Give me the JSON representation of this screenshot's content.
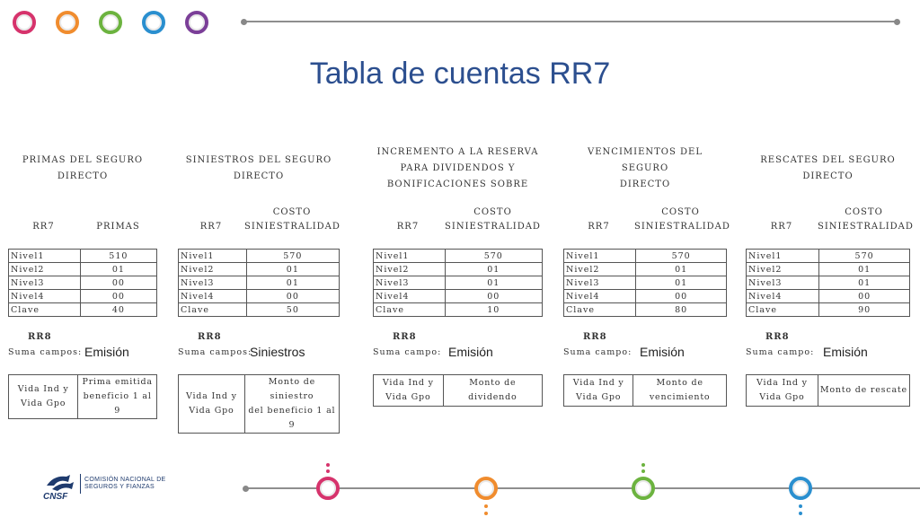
{
  "title": "Tabla de cuentas RR7",
  "columns": [
    {
      "heading": [
        "PRIMAS DEL SEGURO",
        "DIRECTO"
      ],
      "sub_a": "RR7",
      "sub_b": [
        "PRIMAS"
      ],
      "levels": [
        {
          "name": "Nivel1",
          "value": "510"
        },
        {
          "name": "Nivel2",
          "value": "01"
        },
        {
          "name": "Nivel3",
          "value": "00"
        },
        {
          "name": "Nivel4",
          "value": "00"
        },
        {
          "name": "Clave",
          "value": "40"
        }
      ],
      "rr8_label": "RR8",
      "sum_label": "Suma campos:",
      "sum_value": "Emisión",
      "desc_left": [
        "Vida Ind y",
        "Vida Gpo"
      ],
      "desc_right": [
        "Prima emitida",
        "beneficio 1 al 9"
      ]
    },
    {
      "heading": [
        "SINIESTROS DEL SEGURO",
        "DIRECTO"
      ],
      "sub_a": "RR7",
      "sub_b": [
        "COSTO",
        "SINIESTRALIDAD"
      ],
      "levels": [
        {
          "name": "Nivel1",
          "value": "570"
        },
        {
          "name": "Nivel2",
          "value": "01"
        },
        {
          "name": "Nivel3",
          "value": "01"
        },
        {
          "name": "Nivel4",
          "value": "00"
        },
        {
          "name": "Clave",
          "value": "50"
        }
      ],
      "rr8_label": "RR8",
      "sum_label": "Suma campos:",
      "sum_value": "Siniestros",
      "desc_left": [
        "Vida Ind y",
        "Vida Gpo"
      ],
      "desc_right": [
        "Monto de siniestro",
        "del beneficio 1 al 9"
      ]
    },
    {
      "heading": [
        "INCREMENTO A LA RESERVA",
        "PARA DIVIDENDOS Y",
        "BONIFICACIONES SOBRE"
      ],
      "sub_a": "RR7",
      "sub_b": [
        "COSTO",
        "SINIESTRALIDAD"
      ],
      "levels": [
        {
          "name": "Nivel1",
          "value": "570"
        },
        {
          "name": "Nivel2",
          "value": "01"
        },
        {
          "name": "Nivel3",
          "value": "01"
        },
        {
          "name": "Nivel4",
          "value": "00"
        },
        {
          "name": "Clave",
          "value": "10"
        }
      ],
      "rr8_label": "RR8",
      "sum_label": "Suma campo:",
      "sum_value": "Emisión",
      "desc_left": [
        "Vida Ind y",
        "Vida Gpo"
      ],
      "desc_right": [
        "Monto de dividendo"
      ]
    },
    {
      "heading": [
        "VENCIMIENTOS DEL SEGURO",
        "DIRECTO"
      ],
      "sub_a": "RR7",
      "sub_b": [
        "COSTO",
        "SINIESTRALIDAD"
      ],
      "levels": [
        {
          "name": "Nivel1",
          "value": "570"
        },
        {
          "name": "Nivel2",
          "value": "01"
        },
        {
          "name": "Nivel3",
          "value": "01"
        },
        {
          "name": "Nivel4",
          "value": "00"
        },
        {
          "name": "Clave",
          "value": "80"
        }
      ],
      "rr8_label": "RR8",
      "sum_label": "Suma campo:",
      "sum_value": "Emisión",
      "desc_left": [
        "Vida Ind y",
        "Vida Gpo"
      ],
      "desc_right": [
        "Monto de",
        "vencimiento"
      ]
    },
    {
      "heading": [
        "RESCATES DEL SEGURO",
        "DIRECTO"
      ],
      "sub_a": "RR7",
      "sub_b": [
        "COSTO",
        "SINIESTRALIDAD"
      ],
      "levels": [
        {
          "name": "Nivel1",
          "value": "570"
        },
        {
          "name": "Nivel2",
          "value": "01"
        },
        {
          "name": "Nivel3",
          "value": "01"
        },
        {
          "name": "Nivel4",
          "value": "00"
        },
        {
          "name": "Clave",
          "value": "90"
        }
      ],
      "rr8_label": "RR8",
      "sum_label": "Suma campo:",
      "sum_value": "Emisión",
      "desc_left": [
        "Vida Ind y",
        "Vida Gpo"
      ],
      "desc_right": [
        "Monto de rescate"
      ]
    }
  ],
  "logo": {
    "brand": "CNSF",
    "name_line1": "COMISIÓN NACIONAL DE",
    "name_line2": "SEGUROS Y FIANZAS"
  },
  "colors": {
    "title": "#2c4f8f",
    "circle_pink": "#d6336c",
    "circle_orange": "#f08c2e",
    "circle_green": "#6cb33f",
    "circle_blue": "#2a8fcf",
    "circle_purple": "#7b3f98"
  }
}
